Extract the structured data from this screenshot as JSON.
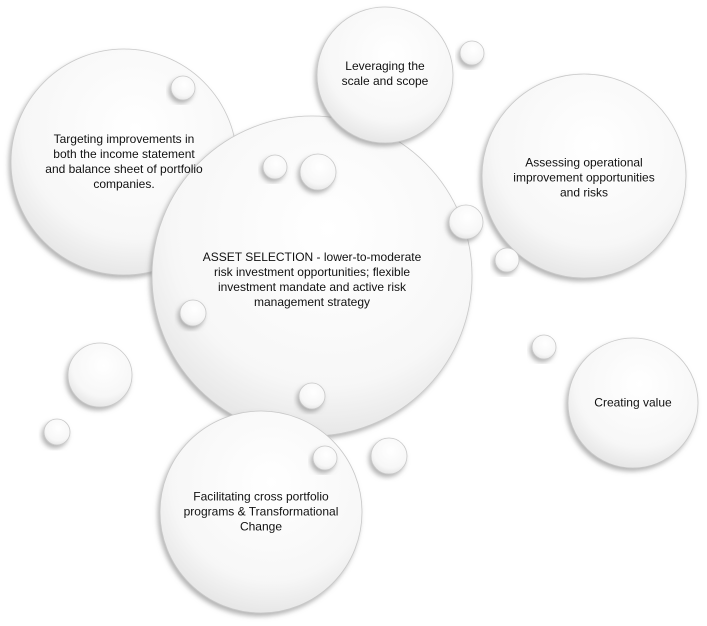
{
  "nodes": {
    "center": "ASSET SELECTION - lower-to-moderate risk investment opportunities; flexible investment mandate and active risk management strategy",
    "targeting": "Targeting improvements in both the income statement and balance sheet of portfolio companies.",
    "leveraging": "Leveraging the scale and scope",
    "assessing": "Assessing operational improvement opportunities and risks",
    "creating": "Creating value",
    "facilitating": "Facilitating cross portfolio programs & Transformational Change"
  },
  "colors": {
    "fill_top": "#ffffff",
    "fill_bottom": "#e9e9e9",
    "stroke": "#c8c8c8",
    "shadow": "#8a8a8a"
  }
}
